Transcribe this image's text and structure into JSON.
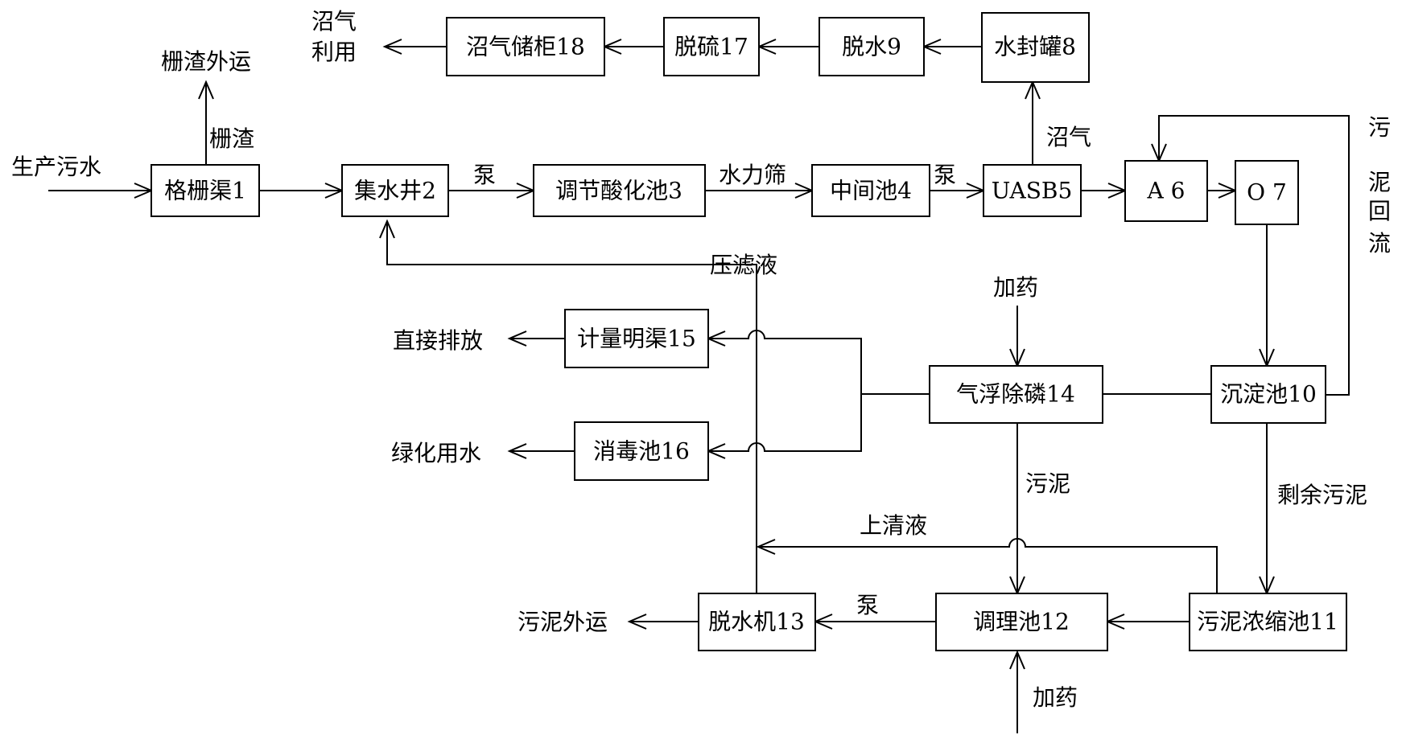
{
  "nodes": {
    "grille": "格栅渠1",
    "well": "集水井2",
    "acid": "调节酸化池3",
    "mid": "中间池4",
    "uasb": "UASB5",
    "a6": "A 6",
    "o7": "O 7",
    "seal": "水封罐8",
    "dewater9": "脱水9",
    "desulf": "脱硫17",
    "gastank": "沼气储柜18",
    "sed": "沉淀池10",
    "thick": "污泥浓缩池11",
    "cond": "调理池12",
    "press": "脱水机13",
    "flot": "气浮除磷14",
    "meter": "计量明渠15",
    "disinf": "消毒池16"
  },
  "labels": {
    "influent": "生产污水",
    "screenings": "栅渣",
    "screenings_out": "栅渣外运",
    "pump1": "泵",
    "hydro_screen": "水力筛",
    "pump2": "泵",
    "biogas": "沼气",
    "biogas_use_1": "沼气",
    "biogas_use_2": "利用",
    "return_sludge": [
      "污",
      "泥",
      "回",
      "流"
    ],
    "filtrate": "压滤液",
    "dosing1": "加药",
    "discharge": "直接排放",
    "greening": "绿化用水",
    "sludge": "污泥",
    "excess_sludge": "剩余污泥",
    "supernatant": "上清液",
    "pump3": "泵",
    "sludge_out": "污泥外运",
    "dosing2": "加药"
  }
}
